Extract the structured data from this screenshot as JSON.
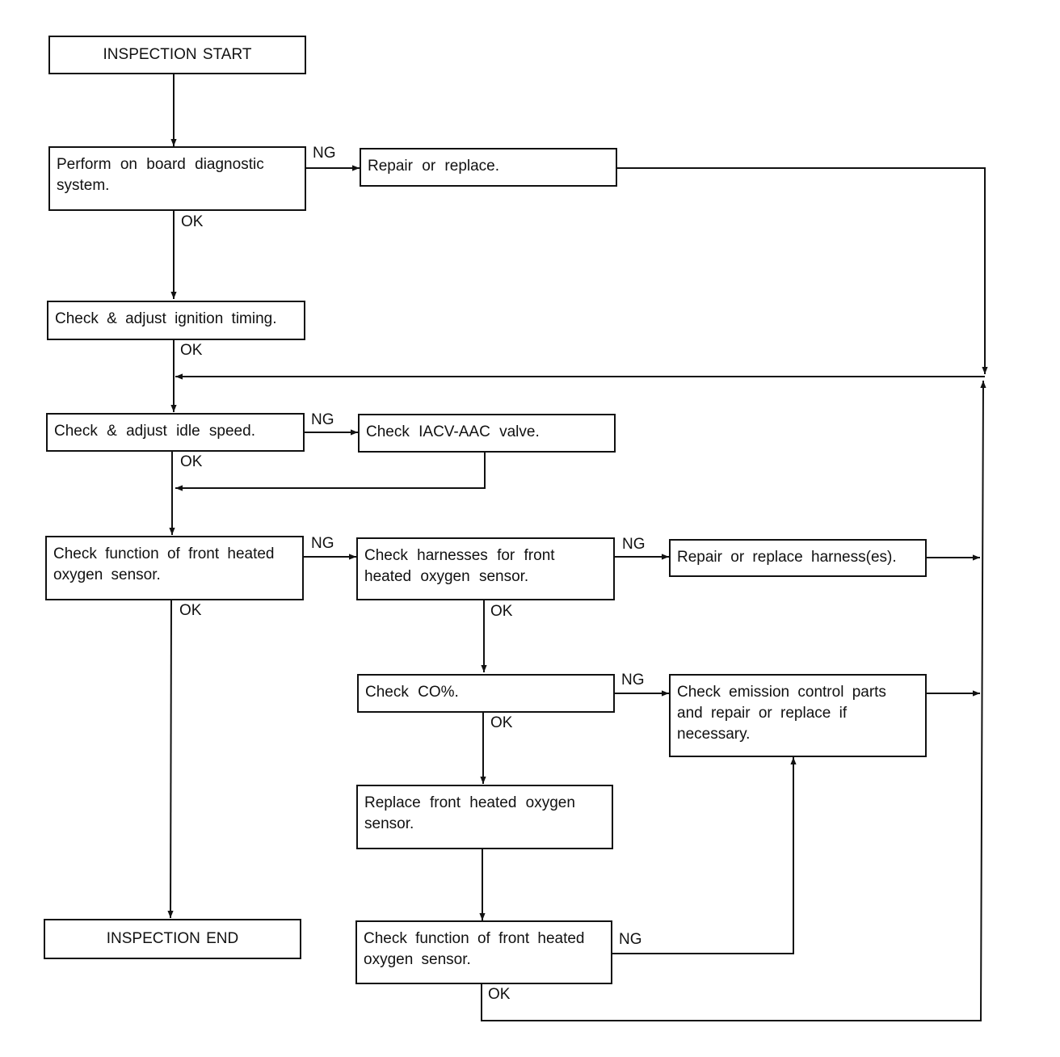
{
  "boxes": {
    "start": "INSPECTION START",
    "obd": "Perform on board diagnostic system.",
    "repair1": "Repair or replace.",
    "ignition": "Check & adjust ignition timing.",
    "idle": "Check & adjust idle speed.",
    "iacv": "Check IACV-AAC valve.",
    "func1": "Check function of front heated oxygen sensor.",
    "harness": "Check harnesses for front heated oxygen sensor.",
    "repair_harness": "Repair or replace harness(es).",
    "co": "Check CO%.",
    "emission": "Check emission control parts and repair or replace if necessary.",
    "replace_sensor": "Replace front heated oxygen sensor.",
    "func2": "Check function of front heated oxygen sensor.",
    "end": "INSPECTION END"
  },
  "labels": {
    "ng": "NG",
    "ok": "OK"
  }
}
